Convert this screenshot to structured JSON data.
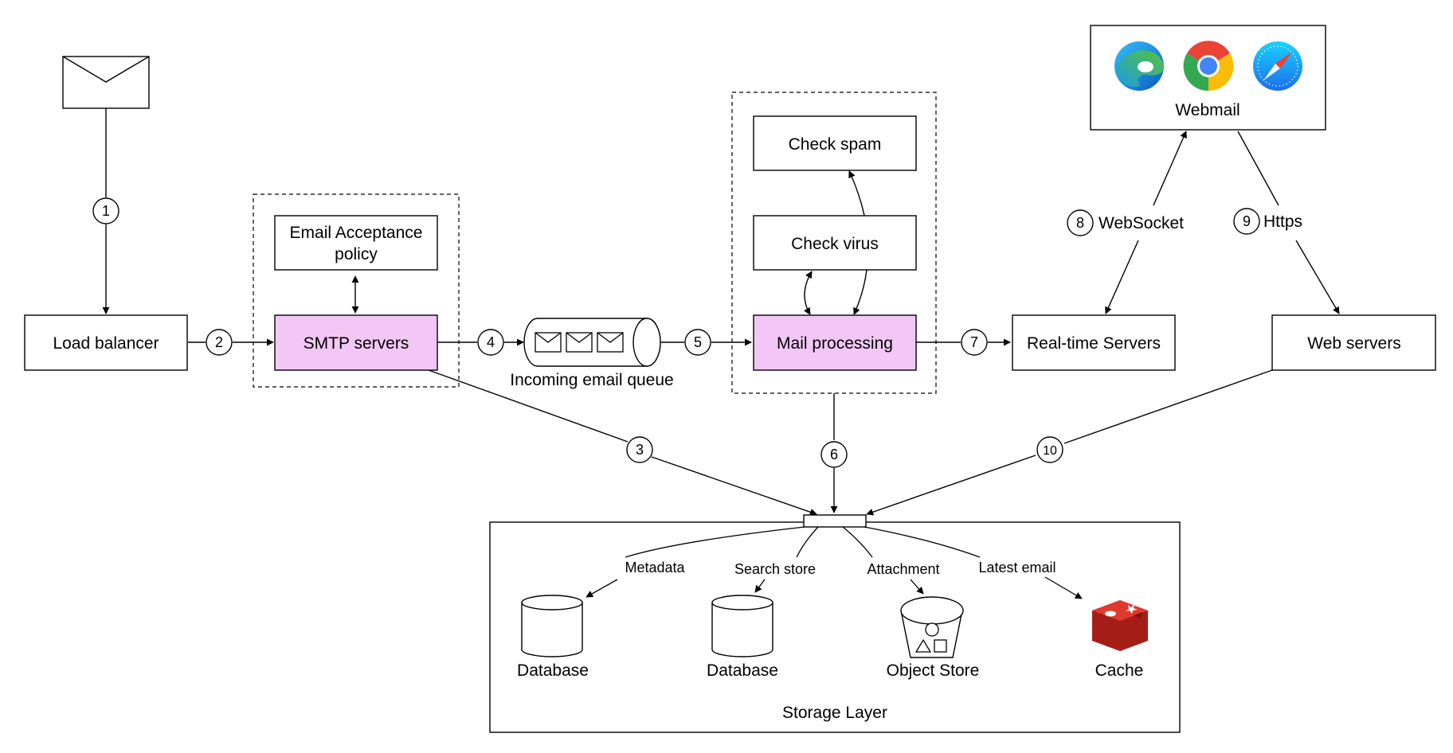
{
  "nodes": {
    "load_balancer": "Load balancer",
    "acceptance_policy_line1": "Email Acceptance",
    "acceptance_policy_line2": "policy",
    "smtp_servers": "SMTP servers",
    "queue": "Incoming email queue",
    "check_spam": "Check spam",
    "check_virus": "Check virus",
    "mail_processing": "Mail processing",
    "realtime_servers": "Real-time Servers",
    "web_servers": "Web servers",
    "webmail": "Webmail"
  },
  "steps": {
    "s1": "1",
    "s2": "2",
    "s3": "3",
    "s4": "4",
    "s5": "5",
    "s6": "6",
    "s7": "7",
    "s8": "8",
    "s9": "9",
    "s10": "10"
  },
  "edge_labels": {
    "websocket": "WebSocket",
    "https": "Https"
  },
  "storage": {
    "title": "Storage Layer",
    "metadata": "Metadata",
    "search_store": "Search store",
    "attachment": "Attachment",
    "latest_email": "Latest email",
    "database_1": "Database",
    "database_2": "Database",
    "object_store": "Object Store",
    "cache": "Cache"
  },
  "icons": {
    "envelope": "envelope-icon",
    "edge": "edge-browser-icon",
    "chrome": "chrome-browser-icon",
    "safari": "safari-browser-icon",
    "redis": "redis-cache-icon"
  },
  "colors": {
    "highlight": "#f2c7f5",
    "stroke": "#000000",
    "redis": "#d82c20"
  }
}
